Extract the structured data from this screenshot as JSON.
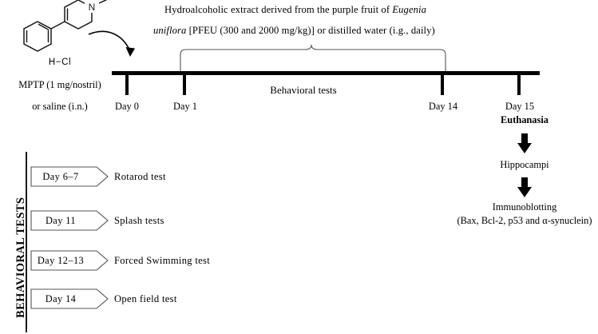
{
  "figure": {
    "background": "#ffffff",
    "ink": "#000000"
  },
  "drug": {
    "structure_name": "MPTP-chemical-structure",
    "nitrogen_atom": "N",
    "salt_label": "H−Cl",
    "line1": "MPTP (1 mg/nostril)",
    "line2": "or saline (i.n.)"
  },
  "header": {
    "line1_a": "Hydroalcoholic extract derived from the purple fruit of ",
    "line1_italic": "Eugenia",
    "line2_italic": "uniflora",
    "line2_b": " [PFEU (300 and 2000 mg/kg)] or distilled water (i.g., daily)"
  },
  "timeline": {
    "inline_label": "Behavioral tests",
    "ticks": [
      {
        "label": "Day 0",
        "bold": false
      },
      {
        "label": "Day 1",
        "bold": false
      },
      {
        "label": "Day 14",
        "bold": false
      },
      {
        "label": "Day 15",
        "bold": false
      }
    ],
    "euthanasia_label": "Euthanasia"
  },
  "flow": {
    "step1": "Hippocampi",
    "step2_line1": "Immunoblotting",
    "step2_line2": "(Bax, Bcl-2, p53 and α-synuclein)"
  },
  "behavioral": {
    "section_title": "BEHAVIORAL TESTS",
    "tests": [
      {
        "day": "Day 6–7",
        "name": "Rotarod test"
      },
      {
        "day": "Day 11",
        "name": "Splash tests"
      },
      {
        "day": "Day 12–13",
        "name": "Forced Swimming  test"
      },
      {
        "day": "Day 14",
        "name": "Open field test"
      }
    ]
  }
}
